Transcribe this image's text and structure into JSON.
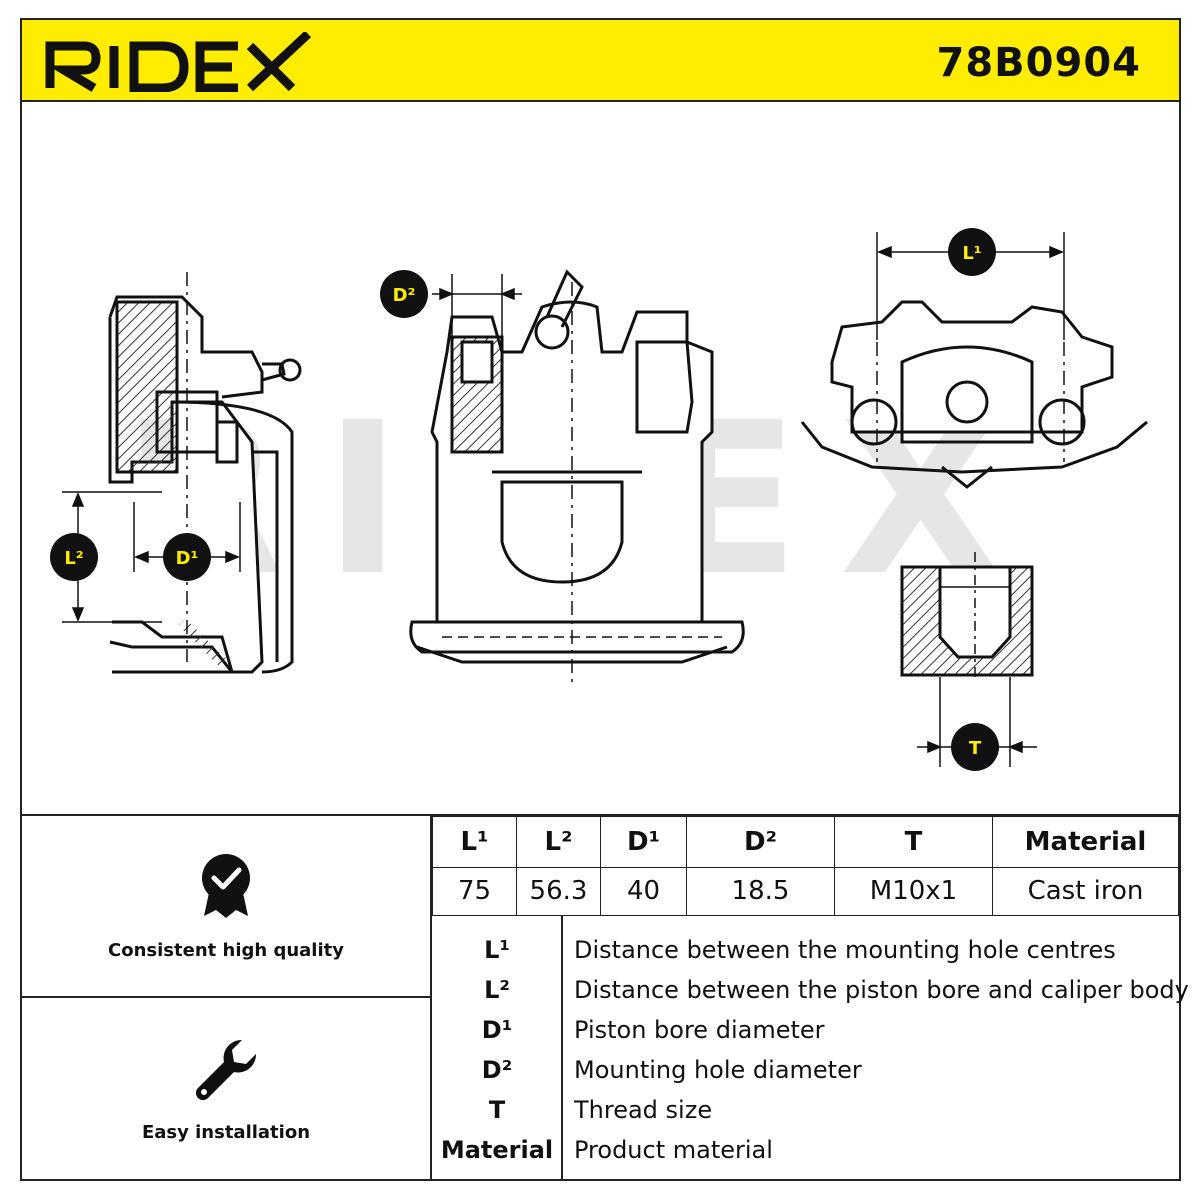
{
  "brand": {
    "name": "RIDEX",
    "part_number": "78B0904",
    "accent_color": "#ffed00",
    "text_color": "#111111"
  },
  "watermark": "RIDEX",
  "drawing_labels": {
    "l1": "L¹",
    "l2": "L²",
    "d1": "D¹",
    "d2": "D²",
    "t": "T"
  },
  "features": [
    {
      "icon": "quality-badge-icon",
      "label": "Consistent high quality"
    },
    {
      "icon": "wrench-icon",
      "label": "Easy installation"
    }
  ],
  "spec_table": {
    "headers": [
      "L¹",
      "L²",
      "D¹",
      "D²",
      "T",
      "Material"
    ],
    "values": [
      "75",
      "56.3",
      "40",
      "18.5",
      "M10x1",
      "Cast iron"
    ]
  },
  "legend": [
    {
      "key": "L¹",
      "text": "Distance between the mounting hole centres"
    },
    {
      "key": "L²",
      "text": "Distance between the piston bore and caliper body"
    },
    {
      "key": "D¹",
      "text": "Piston bore diameter"
    },
    {
      "key": "D²",
      "text": "Mounting hole diameter"
    },
    {
      "key": "T",
      "text": "Thread size"
    },
    {
      "key": "Material",
      "text": "Product material"
    }
  ]
}
